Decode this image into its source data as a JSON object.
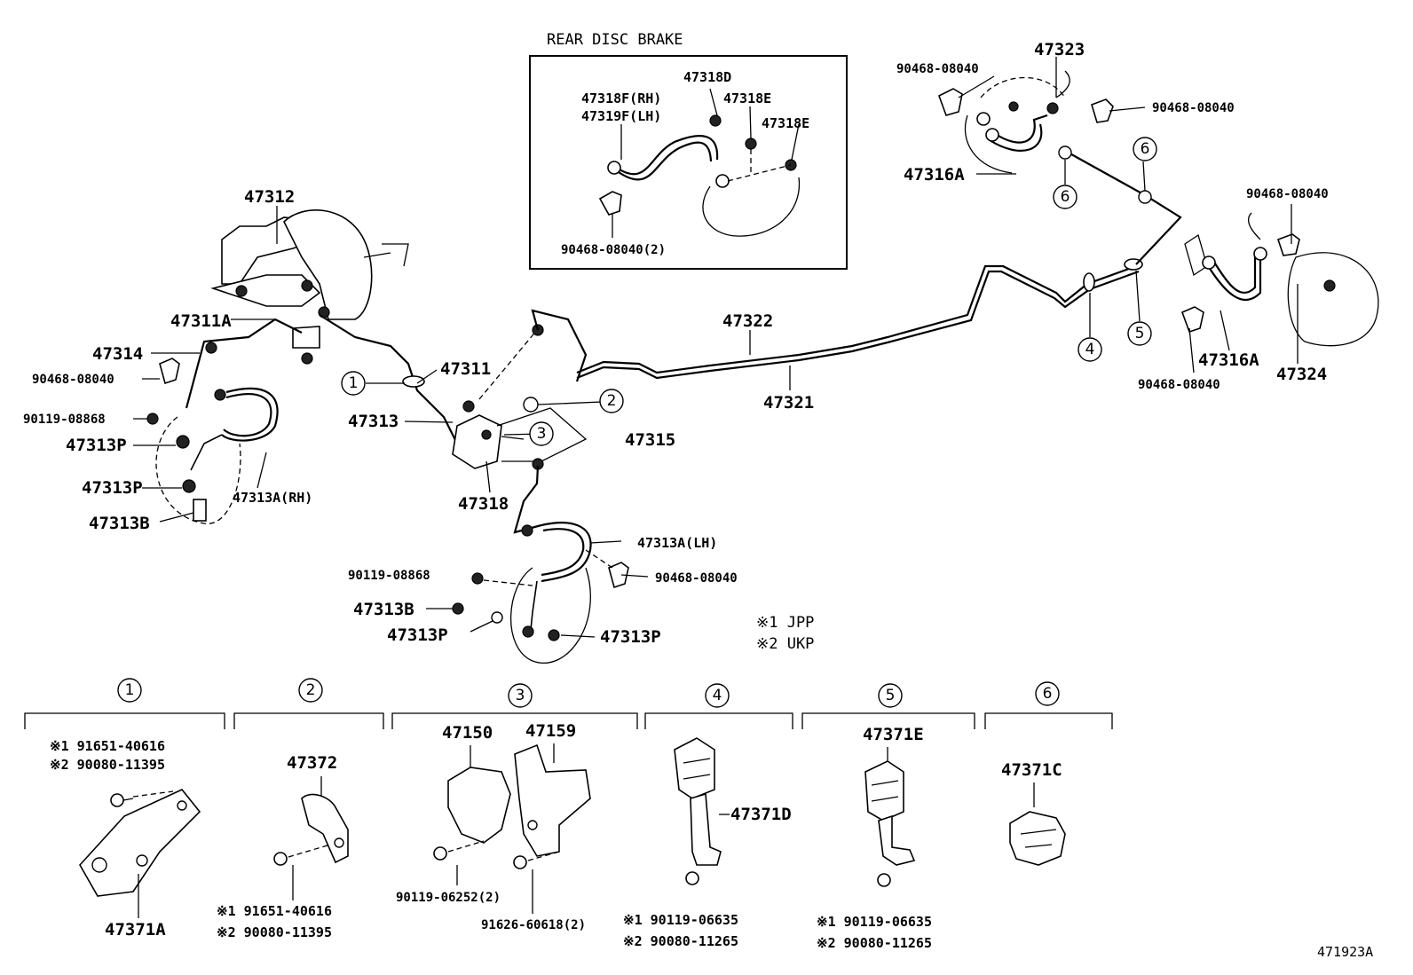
{
  "inset_title": "REAR DISC BRAKE",
  "inset_labels": {
    "p47318D": "47318D",
    "p47318F": "47318F(RH)",
    "p47319F": "47319F(LH)",
    "p47318E_a": "47318E",
    "p47318E_b": "47318E",
    "clip": "90468-08040(2)"
  },
  "labels": {
    "p47323": "47323",
    "clip_tl": "90468-08040",
    "clip_tr": "90468-08040",
    "p47316A_top": "47316A",
    "clip_r": "90468-08040",
    "p47312": "47312",
    "p47311A": "47311A",
    "p47314": "47314",
    "clip_left": "90468-08040",
    "bolt_left": "90119-08868",
    "p47313P_1": "47313P",
    "p47313P_2": "47313P",
    "p47313B_1": "47313B",
    "p47313A_RH": "47313A(RH)",
    "p47311": "47311",
    "p47313": "47313",
    "p47315": "47315",
    "p47318": "47318",
    "p47322": "47322",
    "p47321": "47321",
    "p47316A_r": "47316A",
    "clip_br": "90468-08040",
    "p47324": "47324",
    "p47313A_LH": "47313A(LH)",
    "bolt_mid": "90119-08868",
    "clip_mid": "90468-08040",
    "p47313B_2": "47313B",
    "p47313P_3": "47313P",
    "p47313P_4": "47313P"
  },
  "notes": {
    "n1": "※1 JPP",
    "n2": "※2 UKP"
  },
  "callouts": {
    "c1": "1",
    "c2": "2",
    "c3": "3",
    "c4": "4",
    "c5": "5",
    "c6": "6"
  },
  "details": {
    "d1": {
      "num": "1",
      "a": "※1 91651-40616",
      "b": "※2 90080-11395",
      "part": "47371A"
    },
    "d2": {
      "num": "2",
      "part": "47372",
      "a": "※1 91651-40616",
      "b": "※2 90080-11395"
    },
    "d3": {
      "num": "3",
      "p1": "47150",
      "p2": "47159",
      "b1": "90119-06252(2)",
      "b2": "91626-60618(2)"
    },
    "d4": {
      "num": "4",
      "part": "47371D",
      "a": "※1 90119-06635",
      "b": "※2 90080-11265"
    },
    "d5": {
      "num": "5",
      "part": "47371E",
      "a": "※1 90119-06635",
      "b": "※2 90080-11265"
    },
    "d6": {
      "num": "6",
      "part": "47371C"
    }
  },
  "figure_id": "471923A"
}
